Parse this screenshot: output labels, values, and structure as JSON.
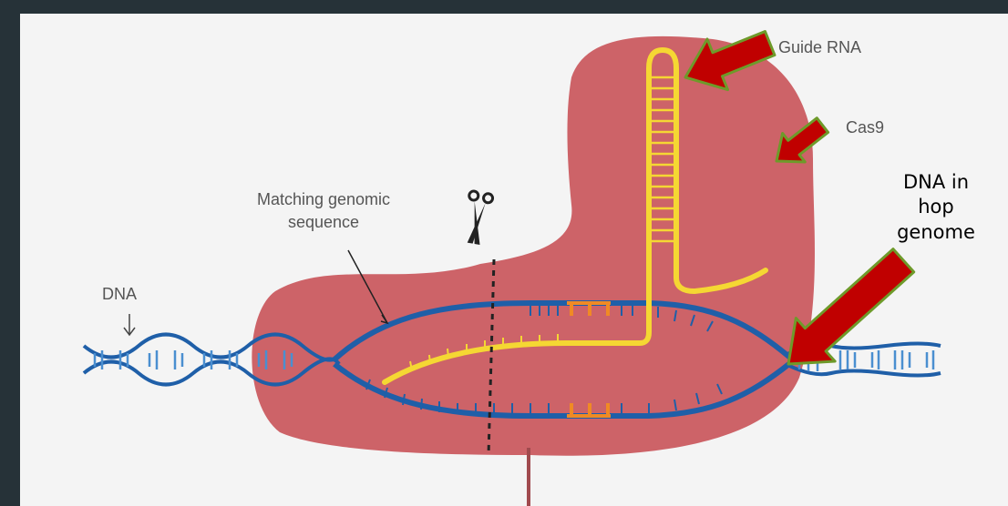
{
  "labels": {
    "guide_rna": "Guide RNA",
    "cas9": "Cas9",
    "matching_line1": "Matching genomic",
    "matching_line2": "sequence",
    "dna": "DNA",
    "dna_in_hop_line1": "DNA in",
    "dna_in_hop_line2": "hop",
    "dna_in_hop_line3": "genome"
  },
  "icons": [
    "scissors-icon",
    "down-arrow-icon"
  ],
  "colors": {
    "background": "#263238",
    "slide": "#f4f4f4",
    "cas9_protein": "#cd6368",
    "dna_strand": "#1f5fa8",
    "dna_light": "#4a8fd0",
    "guide_rna": "#f5d733",
    "pam": "#f08a24",
    "arrow_fill": "#c00000",
    "arrow_outline": "#6e9a2a"
  }
}
